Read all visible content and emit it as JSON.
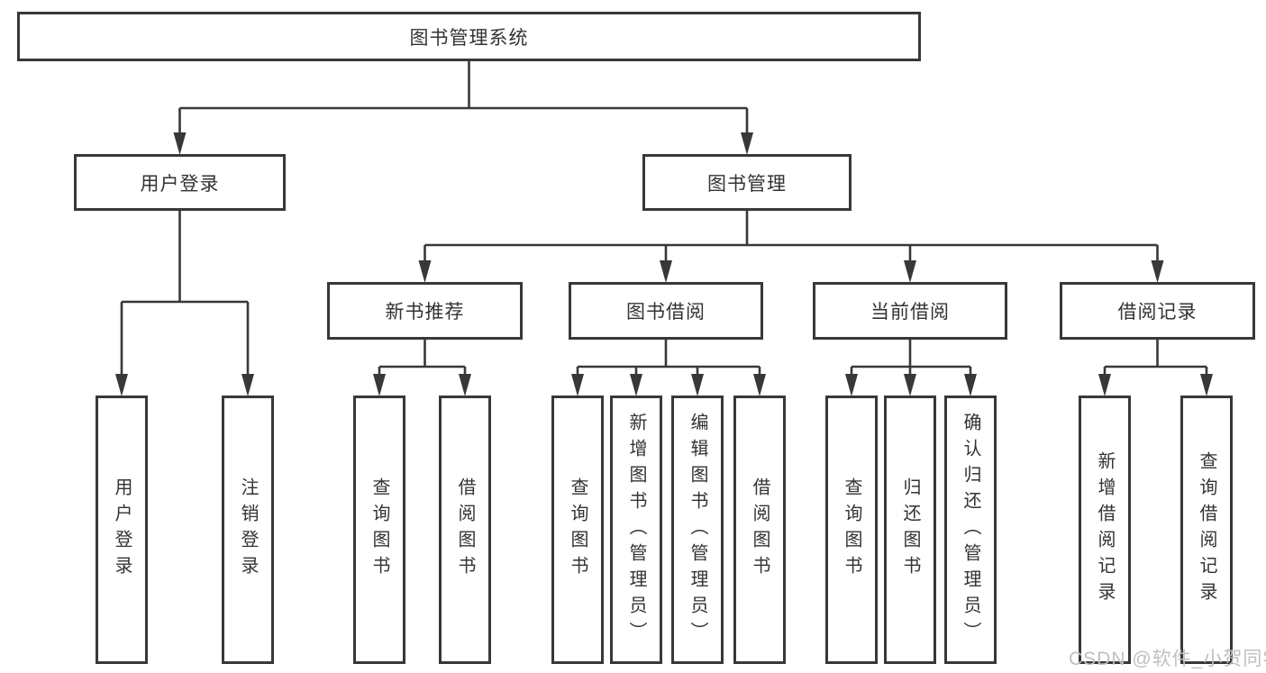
{
  "tree": {
    "label": "图书管理系统",
    "children": [
      {
        "label": "用户登录",
        "children": [
          {
            "label": "用户登录"
          },
          {
            "label": "注销登录"
          }
        ]
      },
      {
        "label": "图书管理",
        "children": [
          {
            "label": "新书推荐",
            "children": [
              {
                "label": "查询图书"
              },
              {
                "label": "借阅图书"
              }
            ]
          },
          {
            "label": "图书借阅",
            "children": [
              {
                "label": "查询图书"
              },
              {
                "label": "新增图书（管理员）"
              },
              {
                "label": "编辑图书（管理员）"
              },
              {
                "label": "借阅图书"
              }
            ]
          },
          {
            "label": "当前借阅",
            "children": [
              {
                "label": "查询图书"
              },
              {
                "label": "归还图书"
              },
              {
                "label": "确认归还（管理员）"
              }
            ]
          },
          {
            "label": "借阅记录",
            "children": [
              {
                "label": "新增借阅记录"
              },
              {
                "label": "查询借阅记录"
              }
            ]
          }
        ]
      }
    ]
  },
  "watermark": {
    "text": "CSDN @软件_小贺同学"
  },
  "colors": {
    "line": "#383838",
    "text": "#333333",
    "watermark": "#bdc0c3",
    "background": "#ffffff"
  }
}
